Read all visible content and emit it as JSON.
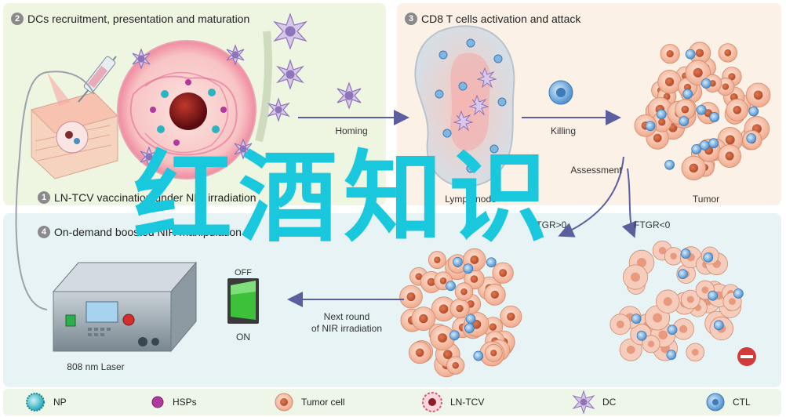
{
  "steps": {
    "s2": {
      "num": "2",
      "title": "DCs recruitment, presentation and maturation"
    },
    "s3": {
      "num": "3",
      "title": "CD8 T cells activation and attack"
    },
    "s1": {
      "num": "1",
      "title": "LN-TCV vaccination under NIR irradiation"
    },
    "s4": {
      "num": "4",
      "title": "On-demand boosted NIR manipulation"
    }
  },
  "labels": {
    "homing": "Homing",
    "killing": "Killing",
    "assessment": "Assessment",
    "lymph_node": "Lymph node",
    "tumor": "Tumor",
    "ftgr_gt": "FTGR>0",
    "ftgr_lt": "FTGR<0",
    "next_round_1": "Next round",
    "next_round_2": "of NIR irradiation",
    "laser": "808 nm Laser",
    "switch_off": "OFF",
    "switch_on": "ON"
  },
  "overlay_text": "红酒知识",
  "legend": [
    {
      "label": "NP",
      "icon": "np-icon"
    },
    {
      "label": "HSPs",
      "icon": "hsps-icon"
    },
    {
      "label": "Tumor cell",
      "icon": "tumor-cell-icon"
    },
    {
      "label": "LN-TCV",
      "icon": "ln-tcv-icon"
    },
    {
      "label": "DC",
      "icon": "dc-icon"
    },
    {
      "label": "CTL",
      "icon": "ctl-icon"
    }
  ],
  "colors": {
    "arrow": "#5b5fa0",
    "overlay": "#19c8dc",
    "tumor": "#f3b49a",
    "ctl": "#5aa0d8",
    "dc": "#8e74b8",
    "hsp": "#b03a9c"
  }
}
